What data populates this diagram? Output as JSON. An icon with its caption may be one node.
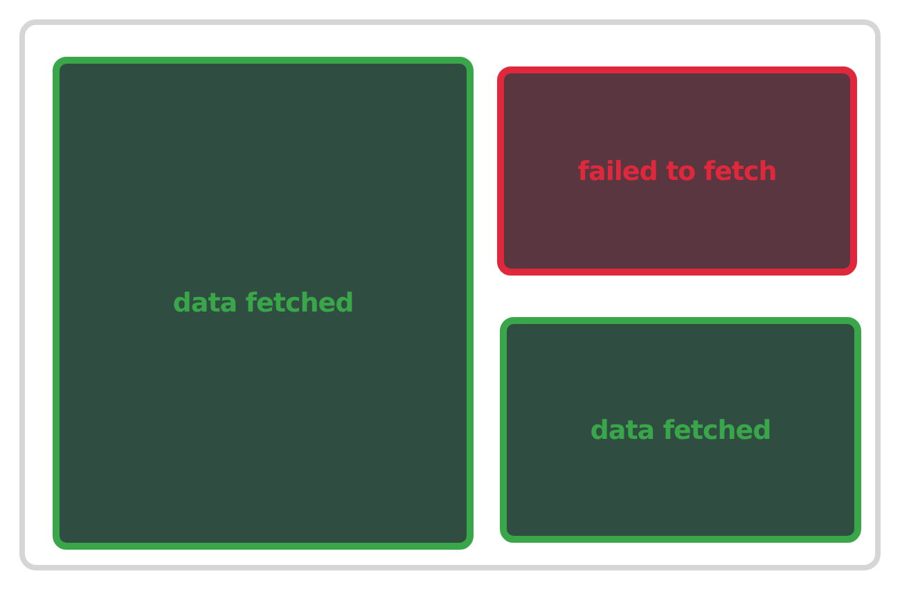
{
  "diagram": {
    "nodes": [
      {
        "text": [],
        "shape": "box"
      },
      {
        "text": [
          "data fetched"
        ],
        "in": 0
      },
      {
        "text": [
          "failed to fetch"
        ],
        "in": 0
      },
      {
        "text": [
          "data fetched"
        ],
        "in": 0
      }
    ]
  }
}
